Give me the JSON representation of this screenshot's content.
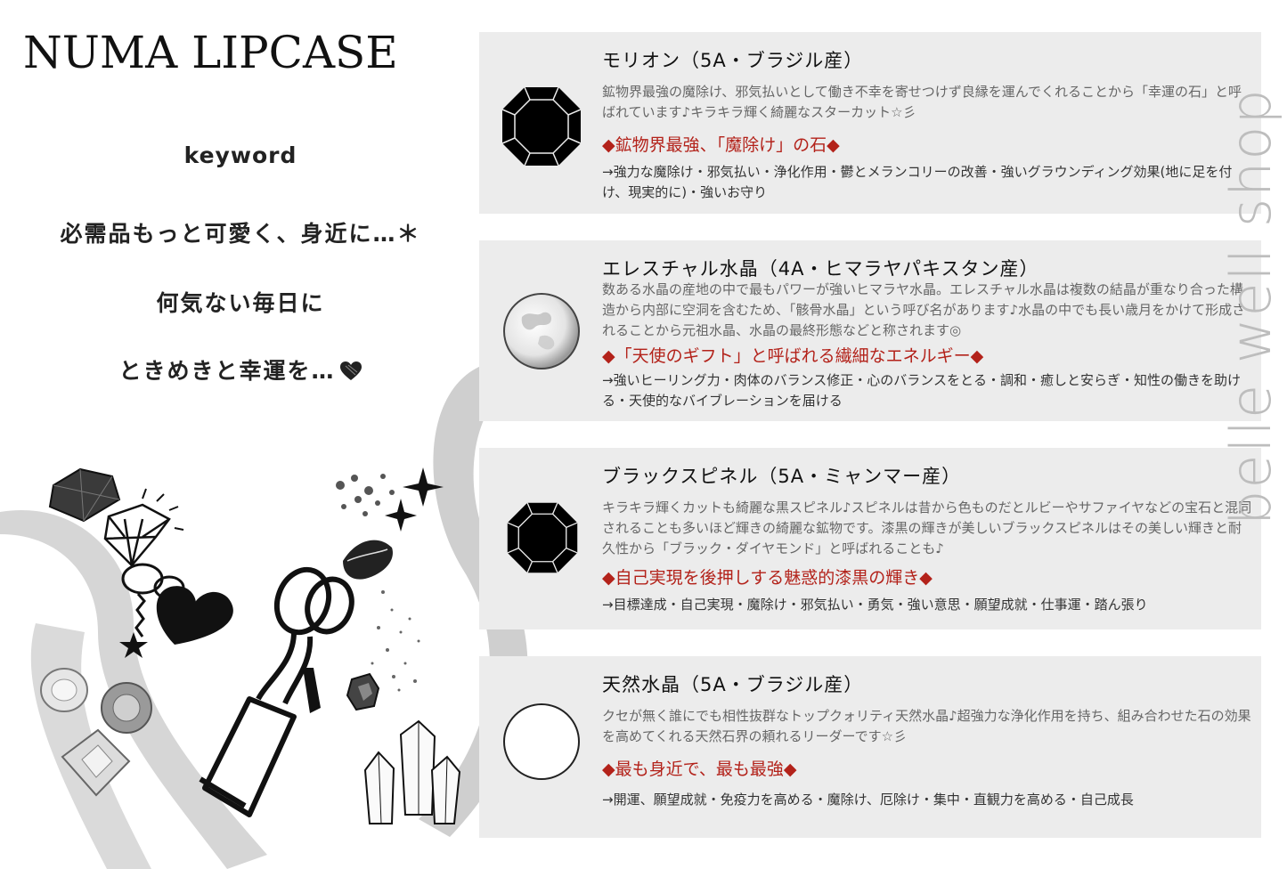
{
  "brand": "NUMA LIPCASE",
  "keyword": {
    "title": "keyword",
    "lines": [
      "必需品もっと可愛く、身近に…＊",
      "何気ない毎日に",
      "ときめきと幸運を…"
    ]
  },
  "watermark": "belle well shop",
  "stones": [
    {
      "name": "モリオン（5A・ブラジル産）",
      "description": "鉱物界最強の魔除け、邪気払いとして働き不幸を寄せつけず良縁を運んでくれることから「幸運の石」と呼ばれています♪キラキラ輝く綺麗なスターカット☆彡",
      "highlight": "◆鉱物界最強、「魔除け」の石◆",
      "effects": "→強力な魔除け・邪気払い・浄化作用・鬱とメランコリーの改善・強いグラウンディング効果(地に足を付け、現実的に)・強いお守り",
      "icon": "black-octagon-gem-icon"
    },
    {
      "name": "エレスチャル水晶（4A・ヒマラヤパキスタン産）",
      "description": "数ある水晶の産地の中で最もパワーが強いヒマラヤ水晶。エレスチャル水晶は複数の結晶が重なり合った構造から内部に空洞を含むため、「骸骨水晶」という呼び名があります♪水晶の中でも長い歳月をかけて形成されることから元祖水晶、水晶の最終形態などと称されます◎",
      "highlight": "◆「天使のギフト」と呼ばれる繊細なエネルギー◆",
      "effects": "→強いヒーリング力・肉体のバランス修正・心のバランスをとる・調和・癒しと安らぎ・知性の働きを助ける・天使的なバイブレーションを届ける",
      "icon": "elestial-quartz-sphere-icon"
    },
    {
      "name": "ブラックスピネル（5A・ミャンマー産）",
      "description": "キラキラ輝くカットも綺麗な黒スピネル♪スピネルは昔から色ものだとルビーやサファイヤなどの宝石と混同されることも多いほど輝きの綺麗な鉱物です。漆黒の輝きが美しいブラックスピネルはその美しい輝きと耐久性から「ブラック・ダイヤモンド」と呼ばれることも♪",
      "highlight": "◆自己実現を後押しする魅惑的漆黒の輝き◆",
      "effects": "→目標達成・自己実現・魔除け・邪気払い・勇気・強い意思・願望成就・仕事運・踏ん張り",
      "icon": "black-spinel-gem-icon"
    },
    {
      "name": "天然水晶（5A・ブラジル産）",
      "description": "クセが無く誰にでも相性抜群なトップクォリティ天然水晶♪超強力な浄化作用を持ち、組み合わせた石の効果を高めてくれる天然石界の頼れるリーダーです☆彡",
      "highlight": "◆最も身近で、最も最強◆",
      "effects": "→開運、願望成就・免疫力を高める・魔除け、厄除け・集中・直観力を高める・自己成長",
      "icon": "clear-quartz-sphere-icon"
    }
  ],
  "colors": {
    "card_bg": "#ececec",
    "highlight": "#b3221a",
    "swoosh": "#d0d0d0",
    "watermark": "#bdbdbd"
  }
}
